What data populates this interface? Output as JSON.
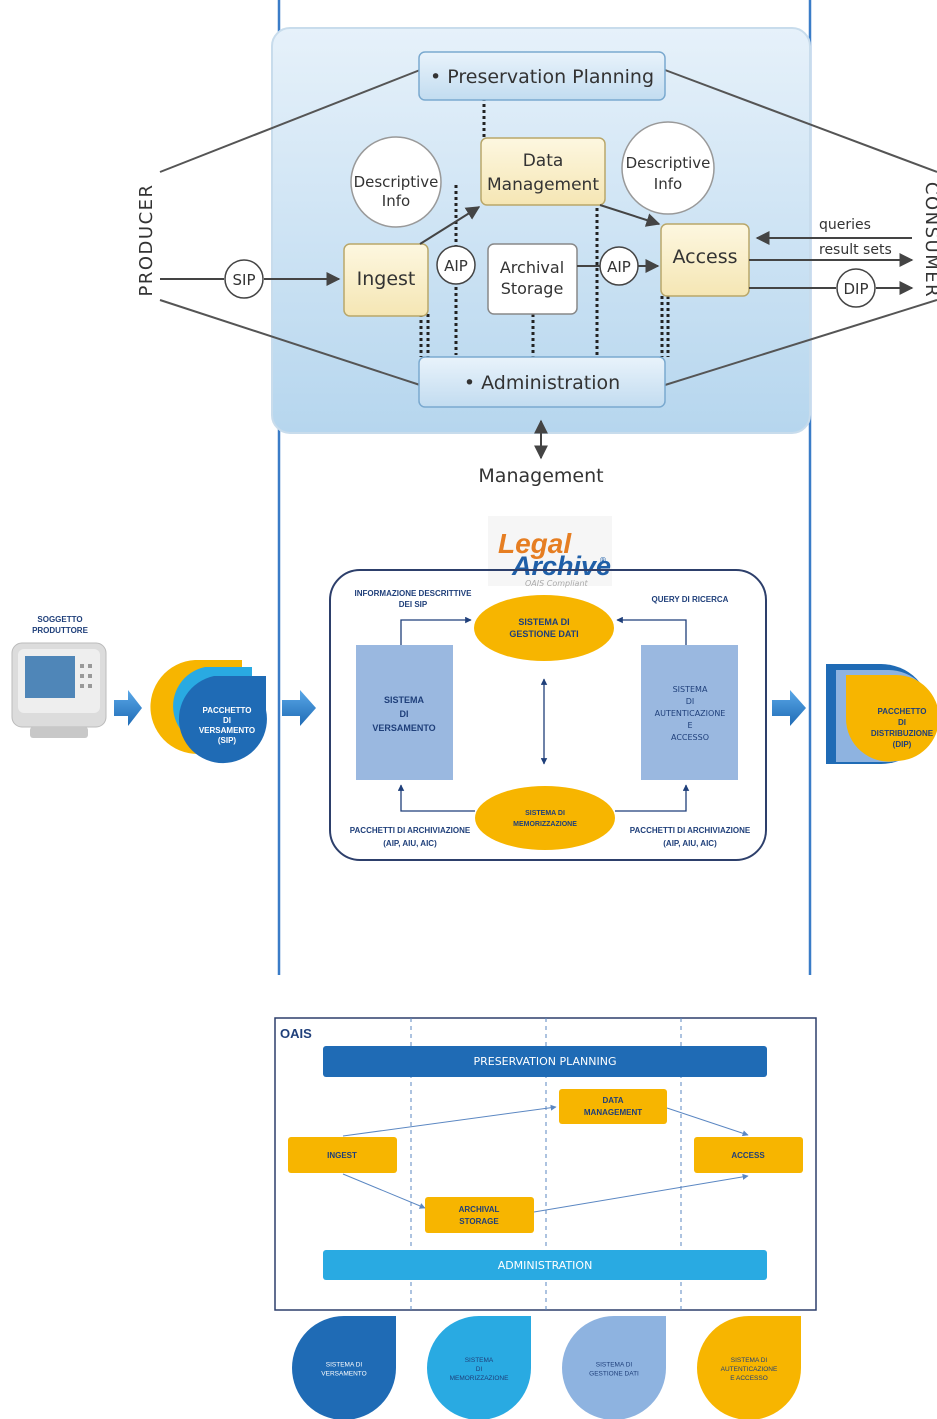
{
  "oais_top": {
    "preservation_planning": "• Preservation Planning",
    "administration": "• Administration",
    "data_management_1": "Data",
    "data_management_2": "Management",
    "descriptive_left_1": "Descriptive",
    "descriptive_left_2": "Info",
    "descriptive_right_1": "Descriptive",
    "descriptive_right_2": "Info",
    "ingest": "Ingest",
    "archival_storage_1": "Archival",
    "archival_storage_2": "Storage",
    "access": "Access",
    "sip": "SIP",
    "aip_1": "AIP",
    "aip_2": "AIP",
    "dip": "DIP",
    "queries": "queries",
    "result_sets": "result sets",
    "producer": "PRODUCER",
    "consumer": "CONSUMER",
    "management": "Management"
  },
  "legal_archive": {
    "logo_legal": "Legal",
    "logo_archive": "Archive",
    "logo_reg": "®",
    "logo_tagline": "OAIS Compliant",
    "soggetto_1": "SOGGETTO",
    "soggetto_2": "PRODUTTORE",
    "sip_pkg_1": "PACCHETTO",
    "sip_pkg_2": "DI",
    "sip_pkg_3": "VERSAMENTO",
    "sip_pkg_4": "(SIP)",
    "info_desc_1": "INFORMAZIONE DESCRITTIVE",
    "info_desc_2": "DEI SIP",
    "query_ricerca": "QUERY DI RICERCA",
    "gestione_dati_1": "SISTEMA DI",
    "gestione_dati_2": "GESTIONE DATI",
    "versamento_1": "SISTEMA",
    "versamento_2": "DI",
    "versamento_3": "VERSAMENTO",
    "autenticazione_1": "SISTEMA",
    "autenticazione_2": "DI",
    "autenticazione_3": "AUTENTICAZIONE",
    "autenticazione_4": "E",
    "autenticazione_5": "ACCESSO",
    "memorizzazione_1": "SISTEMA DI",
    "memorizzazione_2": "MEMORIZZAZIONE",
    "pacchetti_left_1": "PACCHETTI DI ARCHIVIAZIONE",
    "pacchetti_left_2": "(AIP, AIU, AIC)",
    "pacchetti_right_1": "PACCHETTI DI ARCHIVIAZIONE",
    "pacchetti_right_2": "(AIP, AIU, AIC)",
    "dip_pkg_1": "PACCHETTO",
    "dip_pkg_2": "DI",
    "dip_pkg_3": "DISTRIBUZIONE",
    "dip_pkg_4": "(DIP)"
  },
  "oais_bottom": {
    "title": "OAIS",
    "preservation_planning": "PRESERVATION PLANNING",
    "data_management_1": "DATA",
    "data_management_2": "MANAGEMENT",
    "ingest": "INGEST",
    "access": "ACCESS",
    "archival_storage_1": "ARCHIVAL",
    "archival_storage_2": "STORAGE",
    "administration": "ADMINISTRATION",
    "drops": [
      {
        "lines": [
          "SISTEMA DI",
          "VERSAMENTO"
        ],
        "color": "#1f6bb5"
      },
      {
        "lines": [
          "SISTEMA",
          "DI",
          "MEMORIZZAZIONE"
        ],
        "color": "#29aae2"
      },
      {
        "lines": [
          "SISTEMA DI",
          "GESTIONE DATI"
        ],
        "color": "#8eb3e0"
      },
      {
        "lines": [
          "SISTEMA DI",
          "AUTENTICAZIONE",
          "E ACCESSO"
        ],
        "color": "#f7b500"
      }
    ]
  },
  "colors": {
    "blue_line": "#3a7cc7",
    "yellow": "#f7b500",
    "light_blue_box": "#9ab8e0",
    "dark_blue": "#1f5fa8",
    "sky": "#29aae2"
  }
}
